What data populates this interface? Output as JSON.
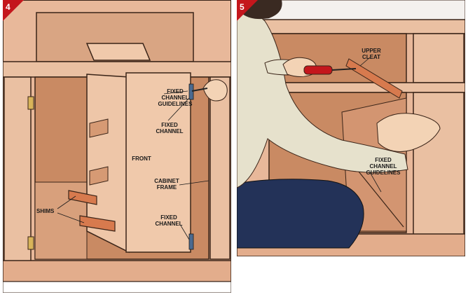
{
  "panels": [
    {
      "number": "4",
      "labels": {
        "fixed_channel_guidelines": "FIXED\nCHANNEL\nGUIDELINES",
        "fixed_channel_top": "FIXED\nCHANNEL",
        "front": "FRONT",
        "cabinet_frame": "CABINET\nFRAME",
        "shims": "SHIMS",
        "fixed_channel_bottom": "FIXED\nCHANNEL"
      }
    },
    {
      "number": "5",
      "labels": {
        "upper_cleat": "UPPER\nCLEAT",
        "fixed_channel_guidelines": "FIXED\nCHANNEL\nGUIDELINES"
      }
    }
  ],
  "colors": {
    "wood": "#e8b89a",
    "wood_dark": "#c98a63",
    "outline": "#3a2418",
    "badge": "#c4161c",
    "shirt": "#e6e1cc",
    "pants": "#233258",
    "skin": "#f3d3b5"
  }
}
